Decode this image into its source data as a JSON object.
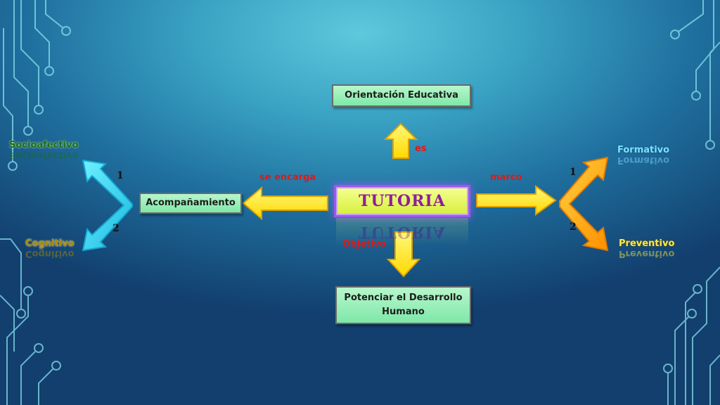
{
  "center": {
    "label": "TUTORIA"
  },
  "nodes": {
    "top": "Orientación Educativa",
    "left": "Acompañamiento",
    "bottom": "Potenciar el Desarrollo Humano"
  },
  "connectors": {
    "top": "es",
    "left": "se encarga",
    "right": "marco",
    "bottom": "Objetivo"
  },
  "left_branch": {
    "upper": "Socioafectivo",
    "lower": "Cognitivo",
    "upper_num": "1",
    "lower_num": "2"
  },
  "right_branch": {
    "upper": "Formativo",
    "lower": "Preventivo",
    "upper_num": "1",
    "lower_num": "2"
  },
  "colors": {
    "node_fill": "#7ee8a8",
    "center_fill": "#e6f85a",
    "center_glow": "#9b59e8",
    "center_text": "#8e1f9a",
    "connector_text": "#e01818",
    "arrow_yellow": "#ffe600",
    "branch_left": "#2fd9f0",
    "branch_right": "#ffb000",
    "socioafectivo": "#1b6b1b",
    "cognitivo": "#b08a00",
    "formativo": "#7fe0ff",
    "preventivo": "#ffe84a"
  }
}
